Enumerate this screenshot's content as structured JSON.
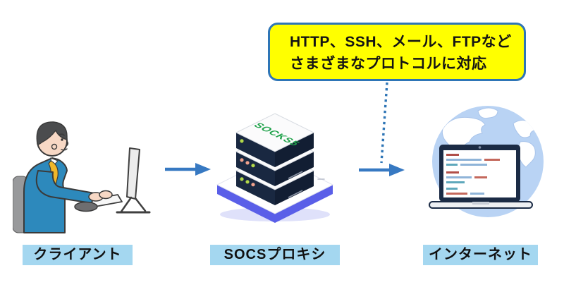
{
  "callout": {
    "line1": "HTTP、SSH、メール、FTPなど",
    "line2": "さまざまなプロトコルに対応"
  },
  "nodes": [
    {
      "id": "client",
      "label": "クライアント",
      "icon": "person-at-computer-illustration"
    },
    {
      "id": "proxy",
      "label": "SOCSプロキシ",
      "icon": "socks5-server-stack-illustration",
      "badge": "SOCKS5"
    },
    {
      "id": "internet",
      "label": "インターネット",
      "icon": "globe-with-laptop-illustration"
    }
  ],
  "connectors": [
    {
      "id": "client-to-proxy",
      "type": "right-arrow"
    },
    {
      "id": "proxy-to-internet",
      "type": "right-arrow"
    },
    {
      "id": "callout-to-flow",
      "type": "dotted-line"
    }
  ],
  "colors": {
    "callout_fill": "#FFFF00",
    "callout_border": "#2E75B6",
    "arrow_blue": "#3779C2",
    "dotted_line_blue": "#2E75B6",
    "label_bg": "#A4D7F0",
    "label_text": "#111111",
    "server_navy": "#18273F",
    "socks5_green": "#1FA24A",
    "platform_purple": "#5A5FE8",
    "globe_ocean": "#B9D3F4",
    "suit_blue": "#2D89BC",
    "tie_yellow": "#F0B72A"
  }
}
